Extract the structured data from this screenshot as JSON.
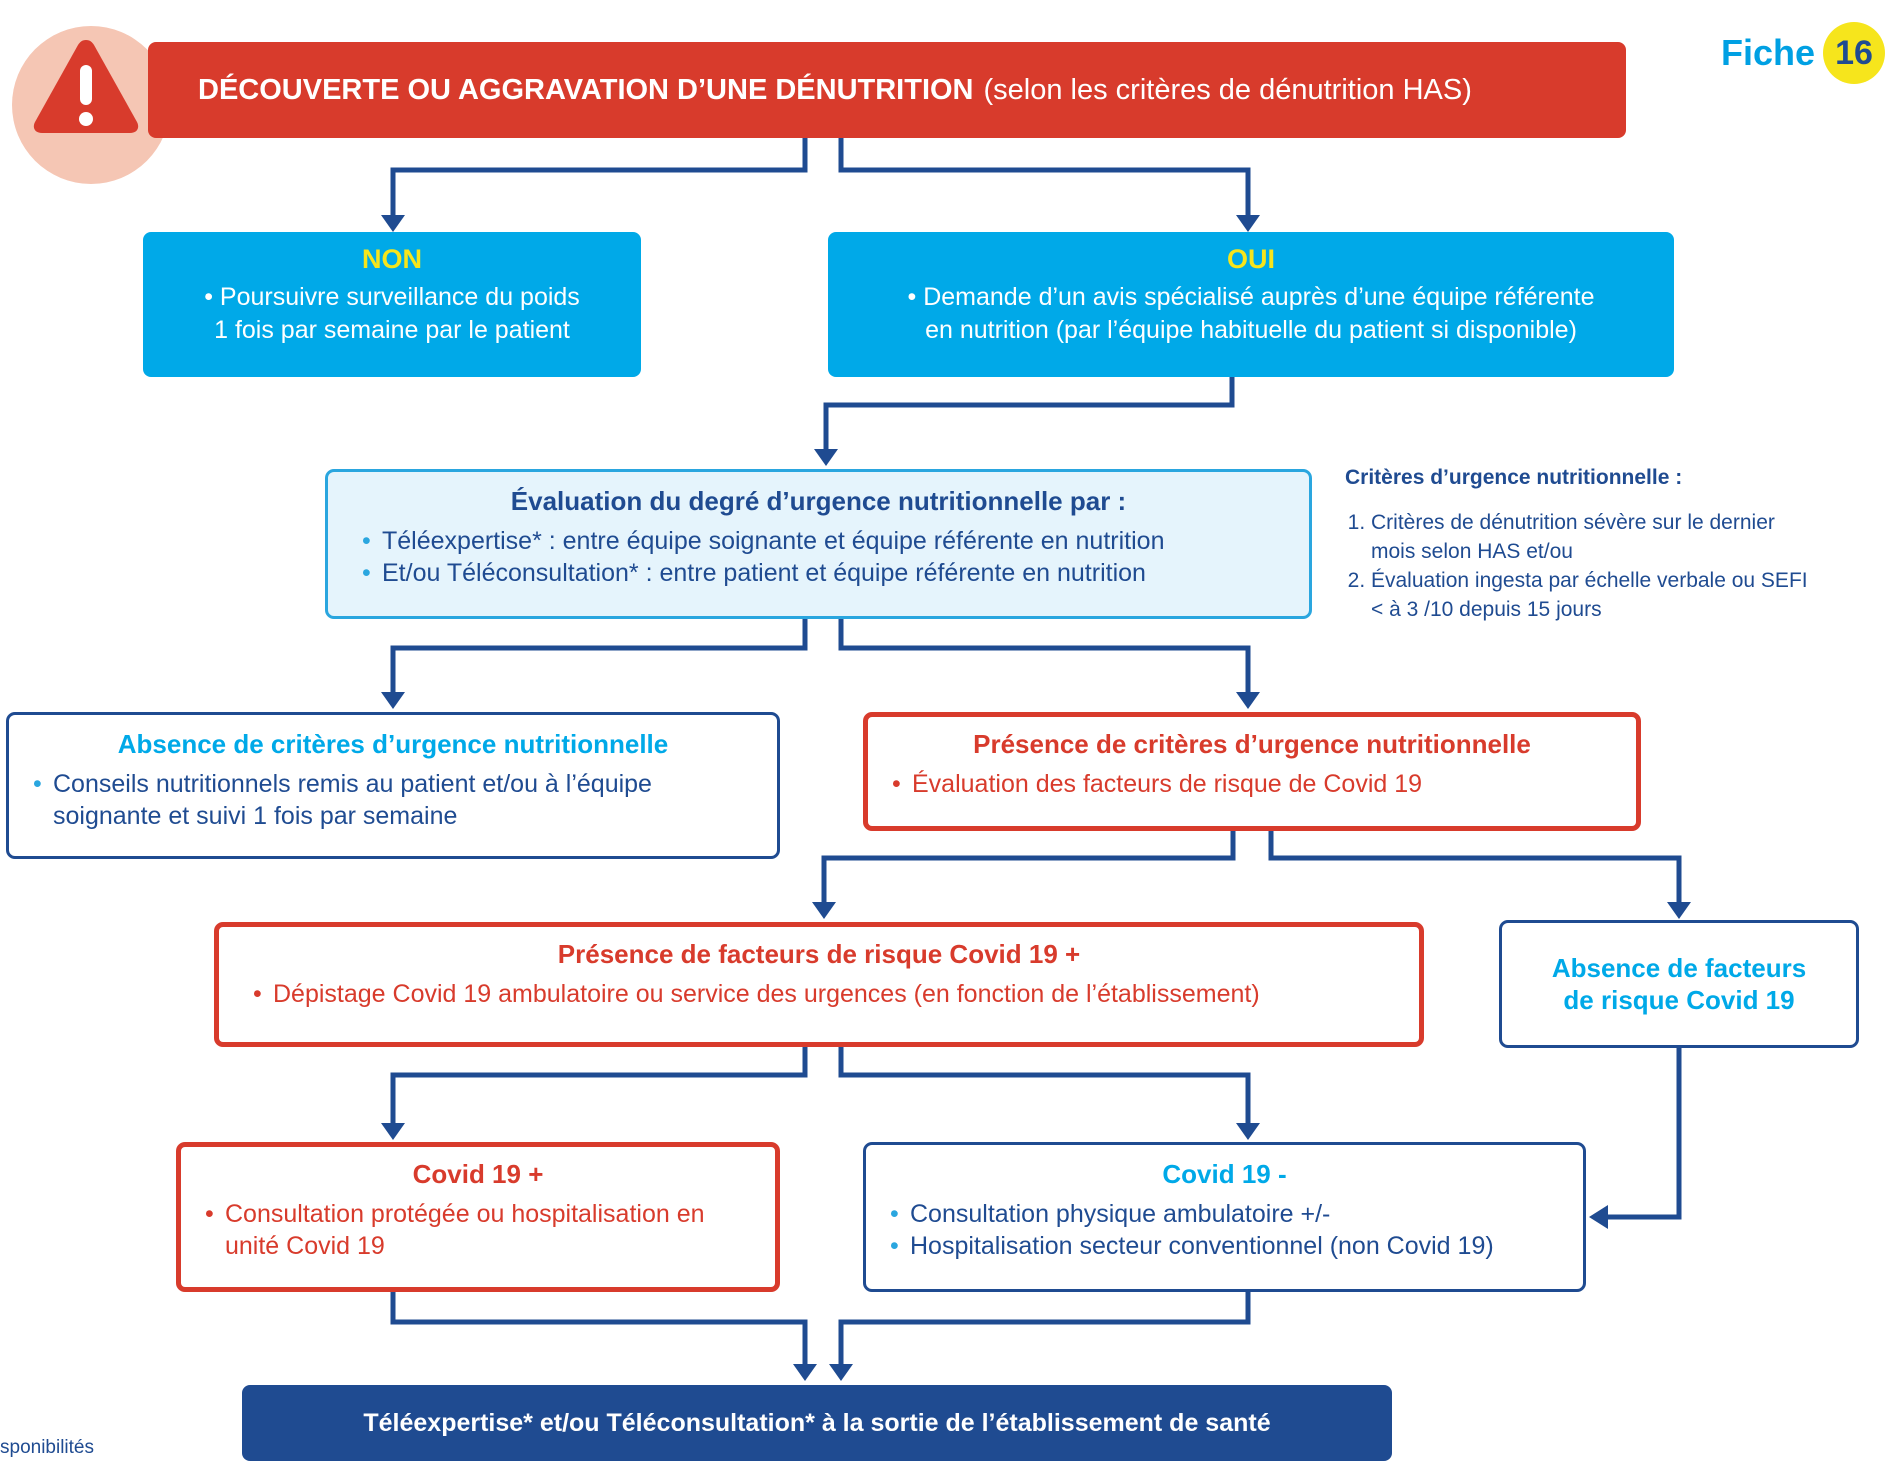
{
  "header": {
    "title_bold": "DÉCOUVERTE OU AGGRAVATION D’UNE DÉNUTRITION",
    "title_rest": "(selon les critères de dénutrition HAS)",
    "warning_icon": "warning-triangle-icon",
    "fiche_label": "Fiche",
    "fiche_number": "16"
  },
  "non_box": {
    "title": "NON",
    "line1": "Poursuivre surveillance du poids",
    "line2": "1 fois par semaine par le patient"
  },
  "oui_box": {
    "title": "OUI",
    "line1": "Demande d’un avis spécialisé auprès d’une équipe référente",
    "line2": "en nutrition (par l’équipe habituelle du patient si disponible)"
  },
  "evaluation": {
    "title": "Évaluation du degré d’urgence nutritionnelle par :",
    "items": [
      "Téléexpertise* : entre équipe soignante et équipe référente en nutrition",
      "Et/ou Téléconsultation* : entre patient et équipe référente en nutrition"
    ]
  },
  "criteria_note": {
    "title": "Critères d’urgence nutritionnelle :",
    "items": [
      "Critères de dénutrition sévère sur le dernier mois selon HAS et/ou",
      "Évaluation ingesta par échelle verbale ou SEFI < à 3 /10 depuis 15 jours"
    ]
  },
  "absence_urgence": {
    "title": "Absence de critères d’urgence nutritionnelle",
    "items": [
      "Conseils nutritionnels remis au patient et/ou à l’équipe soignante et suivi 1 fois par semaine"
    ]
  },
  "presence_urgence": {
    "title": "Présence de critères d’urgence nutritionnelle",
    "items": [
      "Évaluation des facteurs de risque de Covid 19"
    ]
  },
  "presence_risque": {
    "title": "Présence de facteurs de risque Covid 19 +",
    "items": [
      "Dépistage Covid 19 ambulatoire ou service des urgences (en fonction de l’établissement)"
    ]
  },
  "absence_risque": {
    "line1": "Absence de facteurs",
    "line2": "de risque Covid 19"
  },
  "covid_pos": {
    "title": "Covid 19 +",
    "items": [
      "Consultation protégée ou hospitalisation en unité Covid 19"
    ]
  },
  "covid_neg": {
    "title": "Covid 19 -",
    "items": [
      "Consultation physique ambulatoire +/-",
      "Hospitalisation secteur conventionnel (non Covid 19)"
    ]
  },
  "final": {
    "label": "Téléexpertise* et/ou Téléconsultation* à la sortie de l’établissement de santé"
  },
  "footnote": "sponibilités",
  "colors": {
    "red": "#d83b2c",
    "cyan": "#00a9e8",
    "navy": "#1f4b91",
    "yellow": "#f6e51c",
    "light_blue_fill": "#e5f4fc",
    "warning_circle": "#f5c6b4"
  }
}
